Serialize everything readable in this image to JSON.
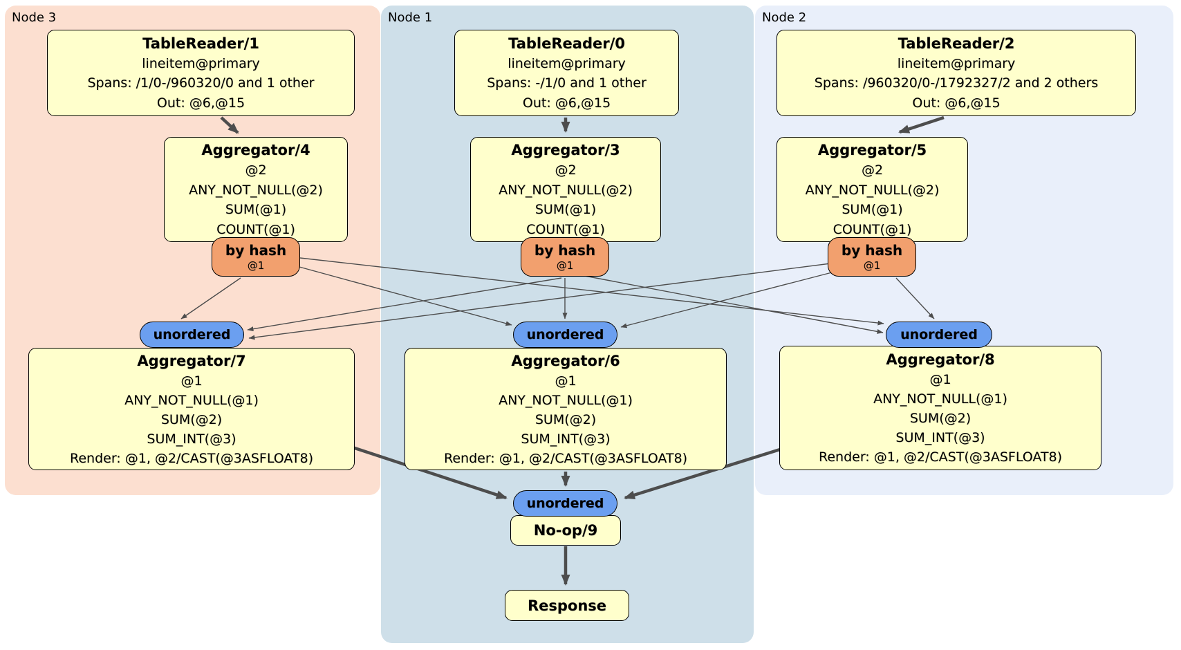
{
  "regions": [
    {
      "label": "Node 3"
    },
    {
      "label": "Node 1"
    },
    {
      "label": "Node 2"
    }
  ],
  "processors": {
    "tr1": {
      "title": "TableReader/1",
      "lines": [
        "lineitem@primary",
        "Spans: /1/0-/960320/0 and 1 other",
        "Out: @6,@15"
      ]
    },
    "tr0": {
      "title": "TableReader/0",
      "lines": [
        "lineitem@primary",
        "Spans: -/1/0 and 1 other",
        "Out: @6,@15"
      ]
    },
    "tr2": {
      "title": "TableReader/2",
      "lines": [
        "lineitem@primary",
        "Spans: /960320/0-/1792327/2 and 2 others",
        "Out: @6,@15"
      ]
    },
    "agg4": {
      "title": "Aggregator/4",
      "lines": [
        "@2",
        "ANY_NOT_NULL(@2)",
        "SUM(@1)",
        "COUNT(@1)"
      ]
    },
    "agg3": {
      "title": "Aggregator/3",
      "lines": [
        "@2",
        "ANY_NOT_NULL(@2)",
        "SUM(@1)",
        "COUNT(@1)"
      ]
    },
    "agg5": {
      "title": "Aggregator/5",
      "lines": [
        "@2",
        "ANY_NOT_NULL(@2)",
        "SUM(@1)",
        "COUNT(@1)"
      ]
    },
    "agg7": {
      "title": "Aggregator/7",
      "lines": [
        "@1",
        "ANY_NOT_NULL(@1)",
        "SUM(@2)",
        "SUM_INT(@3)",
        "Render: @1, @2/CAST(@3ASFLOAT8)"
      ]
    },
    "agg6": {
      "title": "Aggregator/6",
      "lines": [
        "@1",
        "ANY_NOT_NULL(@1)",
        "SUM(@2)",
        "SUM_INT(@3)",
        "Render: @1, @2/CAST(@3ASFLOAT8)"
      ]
    },
    "agg8": {
      "title": "Aggregator/8",
      "lines": [
        "@1",
        "ANY_NOT_NULL(@1)",
        "SUM(@2)",
        "SUM_INT(@3)",
        "Render: @1, @2/CAST(@3ASFLOAT8)"
      ]
    },
    "noop": {
      "title": "No-op/9"
    },
    "response": {
      "title": "Response"
    }
  },
  "router": {
    "label": "by hash",
    "key": "@1"
  },
  "stream": {
    "label": "unordered"
  },
  "colors": {
    "node3_bg": "#fcdfd0",
    "node1_bg": "#cedfe9",
    "node2_bg": "#e9effa",
    "processor_bg": "#ffffcc",
    "router_bg": "#f2a06e",
    "stream_bg": "#6b9ff0",
    "edge": "#4d4d4d"
  }
}
